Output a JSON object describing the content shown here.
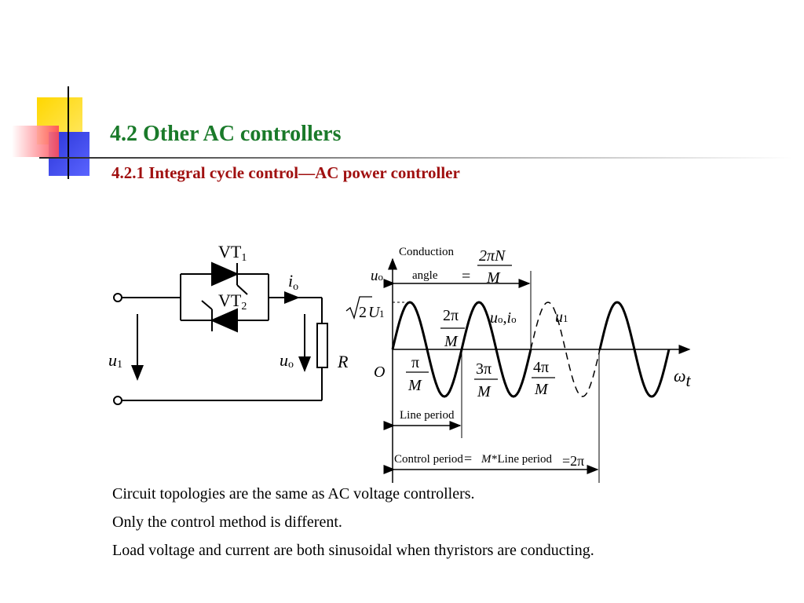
{
  "slide": {
    "title": "4.2 Other AC controllers",
    "subtitle": "4.2.1 Integral cycle control—AC power controller",
    "body_lines": [
      "Circuit topologies are the same as AC voltage controllers.",
      "Only the control method is different.",
      "Load voltage and current are both sinusoidal when thyristors are conducting."
    ]
  },
  "circuit": {
    "vt1": "VT",
    "vt1_sub": "1",
    "vt2": "VT",
    "vt2_sub": "2",
    "io": "i",
    "io_sub": "o",
    "u1": "u",
    "u1_sub": "1",
    "uo": "u",
    "uo_sub": "o",
    "r": "R"
  },
  "waveform": {
    "conduction": "Conduction",
    "angle": "angle",
    "eq": "=",
    "two_pi_n_num": "2πN",
    "two_pi_n_den": "M",
    "uo_axis": "u",
    "uo_axis_sub": "o",
    "amp_root": "2",
    "amp_u": "U",
    "amp_sub": "1",
    "two_pi_num": "2π",
    "two_pi_den": "M",
    "uo_io": "u",
    "uo_io_sub": "o",
    "uo_io_comma": ",",
    "uo_io_i": "i",
    "uo_io_i_sub": "o",
    "u1_label": "u",
    "u1_label_sub": "1",
    "origin": "O",
    "pi_num": "π",
    "pi_den": "M",
    "three_pi_num": "3π",
    "three_pi_den": "M",
    "four_pi_num": "4π",
    "four_pi_den": "M",
    "omega_t": "ω",
    "omega_t_t": "t",
    "line_period": "Line period",
    "control_period": "Control period",
    "cp_eq": "=",
    "cp_m": "M",
    "cp_rest": "*Line period",
    "cp_result": "=2π"
  },
  "colors": {
    "title": "#1a7a2a",
    "subtitle": "#a01010",
    "deco_yellow": "#ffd700",
    "deco_red": "#ff4a55",
    "deco_blue": "#2b36d8"
  }
}
